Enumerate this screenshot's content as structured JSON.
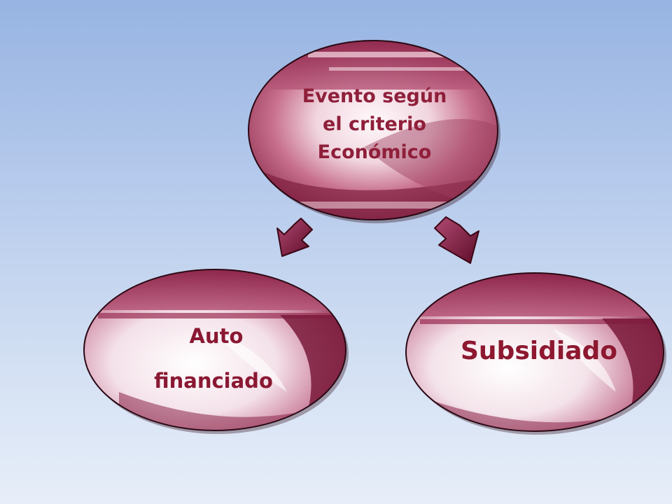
{
  "diagram": {
    "nodes": {
      "top": {
        "lines": [
          "Evento según",
          "el criterio",
          "Económico"
        ]
      },
      "left": {
        "lines": [
          "Auto",
          "financiado"
        ]
      },
      "right": {
        "lines": [
          "Subsidiado"
        ]
      }
    },
    "colors": {
      "background_top": "#97b4e2",
      "background_bottom": "#e7eef9",
      "node_fill_dark": "#8e2348",
      "node_fill_light": "#f7e7ee",
      "node_outline": "#3a0c1e",
      "text": "#8a1832",
      "arrow": "#6f1030"
    },
    "connections": [
      {
        "from": "top",
        "to": "left"
      },
      {
        "from": "top",
        "to": "right"
      }
    ]
  }
}
